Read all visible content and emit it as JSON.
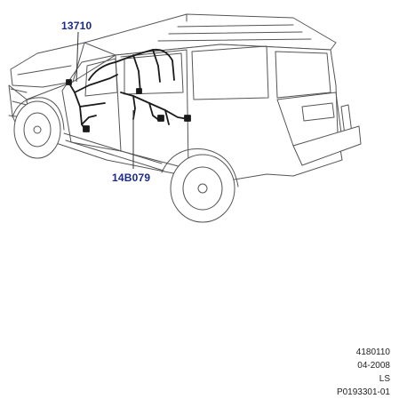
{
  "callouts": {
    "harness_front": "13710",
    "harness_rear": "14B079"
  },
  "info": {
    "code": "4180110",
    "date": "04-2008",
    "model": "LS",
    "ref": "P0193301-01"
  },
  "colors": {
    "callout": "#1b2a8c",
    "outline": "#555555",
    "harness": "#1a1a1a"
  }
}
